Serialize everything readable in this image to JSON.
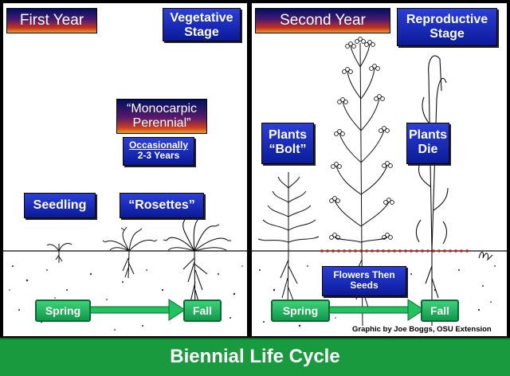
{
  "panels": {
    "left": {
      "year_title": "First Year",
      "stage_title_line1": "Vegetative",
      "stage_title_line2": "Stage",
      "seedling_label": "Seedling",
      "rosettes_label": "“Rosettes”",
      "monocarpic_line1": "“Monocarpic",
      "monocarpic_line2": "Perennial”",
      "occasionally_line1": "Occasionally",
      "occasionally_line2": "2-3 Years",
      "arrow_start": "Spring",
      "arrow_end": "Fall"
    },
    "right": {
      "year_title": "Second Year",
      "stage_title_line1": "Reproductive",
      "stage_title_line2": "Stage",
      "bolt_line1": "Plants",
      "bolt_line2": "“Bolt”",
      "die_line1": "Plants",
      "die_line2": "Die",
      "flowers_line1": "Flowers Then",
      "flowers_line2": "Seeds",
      "arrow_start": "Spring",
      "arrow_end": "Fall",
      "credit": "Graphic by Joe Boggs, OSU Extension"
    }
  },
  "footer": {
    "title": "Biennial Life Cycle"
  },
  "colors": {
    "blue_box": "#1428b4",
    "green": "#1a9a3e",
    "arrow_green": "#22c35e",
    "seed_dots": "#c81e1e"
  }
}
